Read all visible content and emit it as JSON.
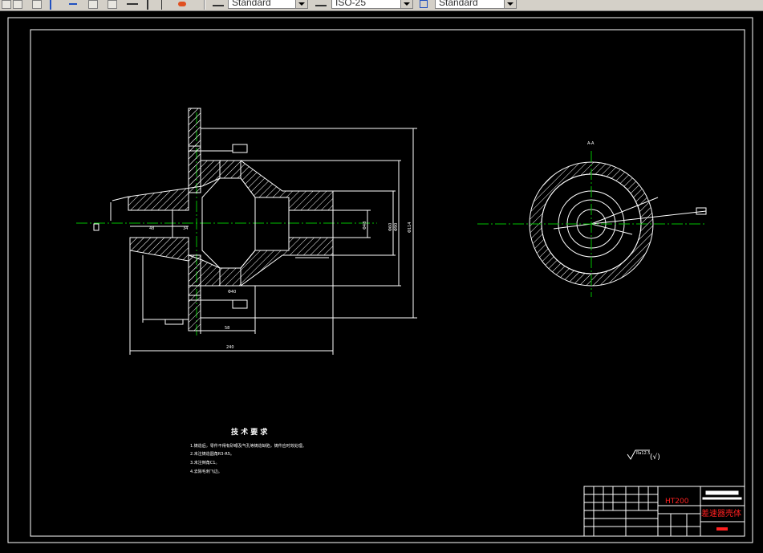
{
  "toolbar": {
    "text_style": "Standard",
    "dim_style": "ISO-25",
    "table_style": "Standard"
  },
  "drawing": {
    "tech_title": "技 术 要 求",
    "tech_notes": [
      "1.铸造后，零件不得有砂眼及气孔等铸造缺陷，铸件应时效处理。",
      "2.未注铸造圆角R3-R5。",
      "3.未注倒角C1。",
      "4.去除毛刺飞边。"
    ],
    "roughness_note": "(√)",
    "roughness_value": "Ra12.5",
    "section_label": "A-A",
    "material": "HT200",
    "part_name": "差速器壳体",
    "dims": {
      "total_length": "240",
      "length_58": "58",
      "length_34": "34",
      "length_48": "48",
      "dia_114": "Φ114",
      "dia_90": "Φ90",
      "dia_48": "Φ48",
      "dia_40": "Φ40",
      "dia_60": "Φ60"
    },
    "colors": {
      "background": "#000000",
      "lines": "#ffffff",
      "centerline": "#00c000",
      "title_red": "#ff2020"
    }
  }
}
